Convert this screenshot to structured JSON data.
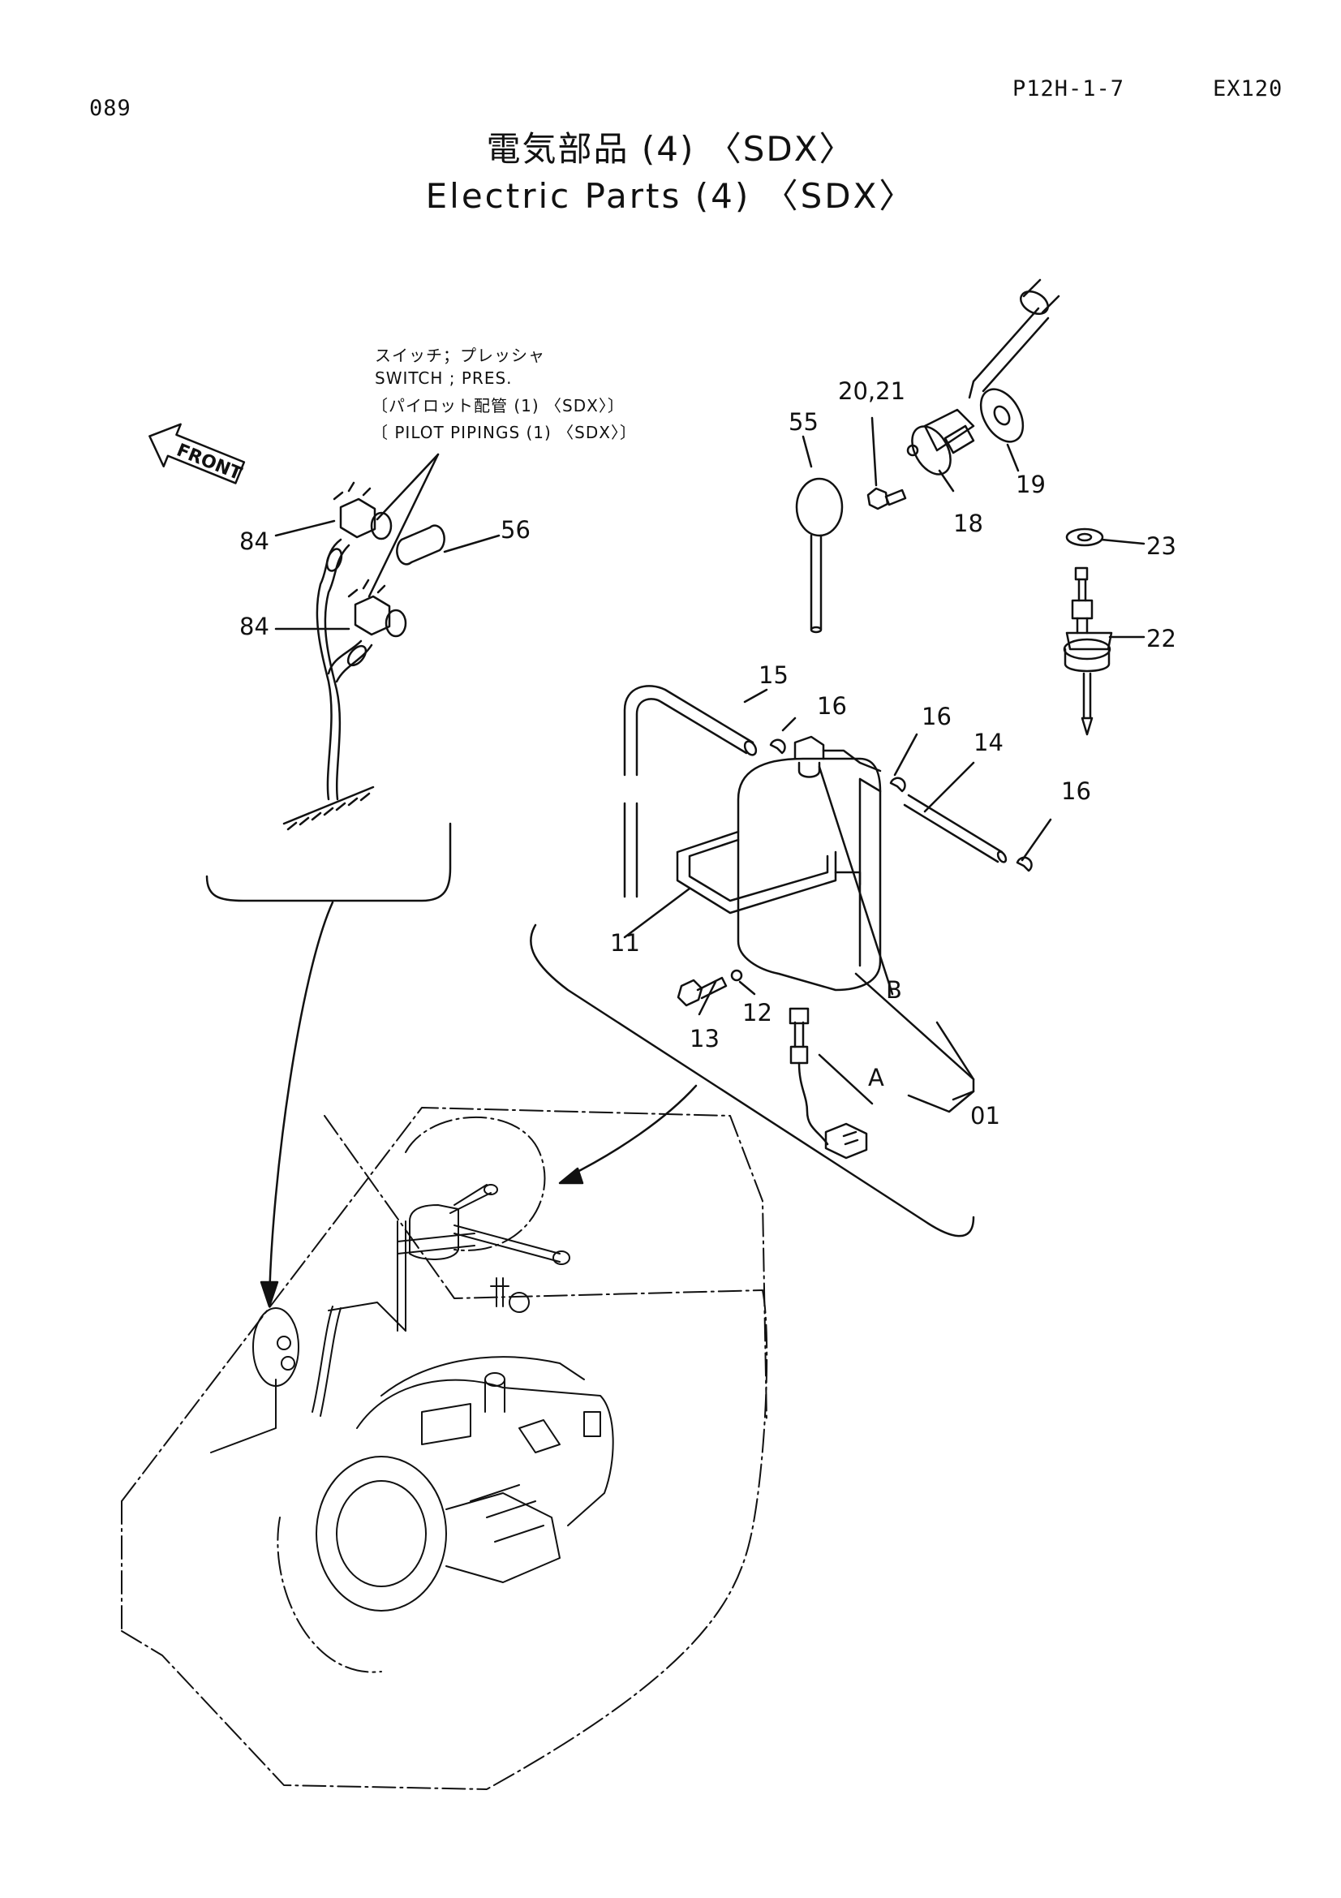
{
  "header": {
    "page_number": "089",
    "page_ref": "P12H-1-7",
    "model": "EX120"
  },
  "title": {
    "japanese": "電気部品 (4) 〈SDX〉",
    "english": "Electric Parts (4) 〈SDX〉"
  },
  "diagram": {
    "front_label": "FRONT",
    "note_lines": [
      "スイッチ；プレッシャ",
      "SWITCH ; PRES.",
      "〔パイロット配管 (1) 〈SDX〉〕",
      "〔 PILOT  PIPINGS (1) 〈SDX〉〕"
    ],
    "part_labels": {
      "p84a": "84",
      "p84b": "84",
      "p56": "56",
      "p55": "55",
      "p2021": "20,21",
      "p18": "18",
      "p19": "19",
      "p23": "23",
      "p22": "22",
      "p15": "15",
      "p16a": "16",
      "p16b": "16",
      "p14": "14",
      "p16c": "16",
      "p11": "11",
      "p12": "12",
      "p13": "13",
      "pB": "B",
      "pA": "A",
      "p01": "01"
    }
  }
}
